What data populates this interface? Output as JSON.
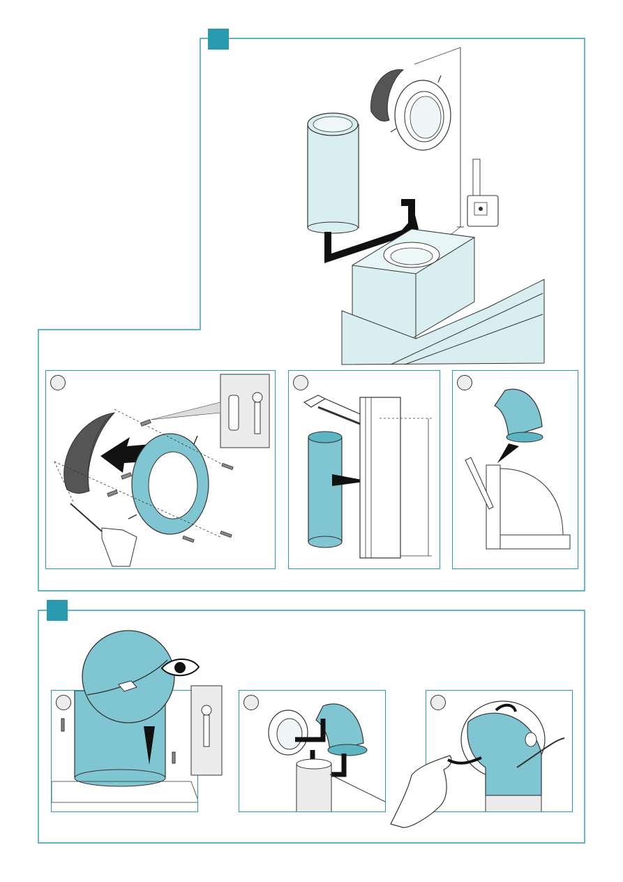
{
  "page": {
    "background": "#ffffff",
    "accent_color": "#2a9aaf",
    "part_fill_color": "#7fc6d2",
    "pale_part_color": "#d9eef1"
  },
  "sections": [
    {
      "id": "section-1",
      "marker_icon": "step-square",
      "main_illustration": {
        "icons": [
          "wall-flange-ring-icon",
          "duct-tube-icon",
          "hood-box-icon",
          "tape-measure-icon",
          "insertion-arrow-icon",
          "wall-hole-icon"
        ]
      },
      "steps": [
        {
          "label": "",
          "icons": [
            "drill-icon",
            "wall-plug-icon",
            "screw-icon",
            "flange-ring-icon",
            "wall-hole-icon"
          ]
        },
        {
          "label": "",
          "icons": [
            "hacksaw-icon",
            "duct-tube-icon",
            "measure-dimension-icon"
          ]
        },
        {
          "label": "",
          "icons": [
            "elbow-duct-icon",
            "pencil-icon",
            "marking-template-icon"
          ]
        }
      ]
    },
    {
      "id": "section-2",
      "marker_icon": "step-square",
      "steps": [
        {
          "label": "",
          "icons": [
            "magnifier-detail-icon",
            "eye-icon",
            "screw-icon",
            "duct-base-icon"
          ]
        },
        {
          "label": "",
          "icons": [
            "wall-flange-icon",
            "elbow-duct-icon",
            "insertion-arrow-icon",
            "duct-tube-icon"
          ]
        },
        {
          "label": "",
          "icons": [
            "hand-icon",
            "rotate-arrow-icon",
            "cable-tie-icon",
            "elbow-duct-icon"
          ]
        }
      ]
    }
  ]
}
